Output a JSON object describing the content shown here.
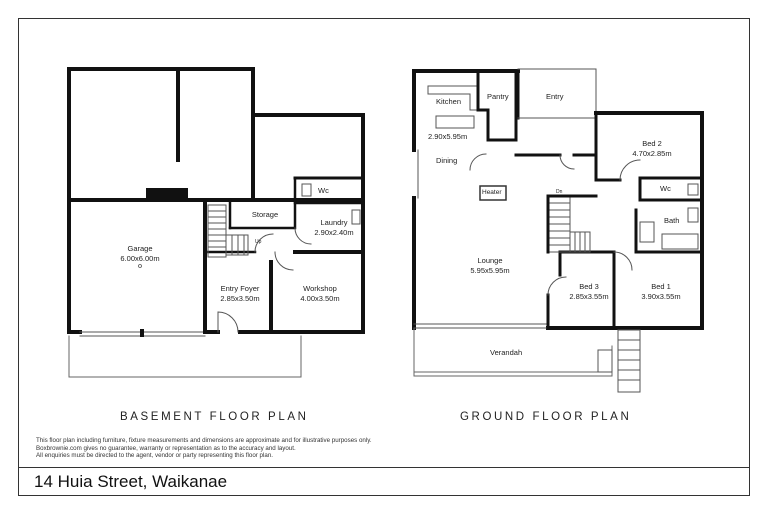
{
  "plans": {
    "basement": {
      "title": "BASEMENT FLOOR PLAN",
      "rooms": [
        {
          "name": "Garage",
          "dims": "6.00x6.00m"
        },
        {
          "name": "Storage",
          "dims": ""
        },
        {
          "name": "Wc",
          "dims": ""
        },
        {
          "name": "Laundry",
          "dims": "2.90x2.40m"
        },
        {
          "name": "Entry Foyer",
          "dims": "2.85x3.50m"
        },
        {
          "name": "Workshop",
          "dims": "4.00x3.50m"
        }
      ],
      "stair_label": "Up"
    },
    "ground": {
      "title": "GROUND FLOOR PLAN",
      "rooms": [
        {
          "name": "Kitchen",
          "dims": "2.90x5.95m"
        },
        {
          "name": "Pantry",
          "dims": ""
        },
        {
          "name": "Entry",
          "dims": ""
        },
        {
          "name": "Bed 2",
          "dims": "4.70x2.85m"
        },
        {
          "name": "Dining",
          "dims": ""
        },
        {
          "name": "Heater",
          "dims": ""
        },
        {
          "name": "Wc",
          "dims": ""
        },
        {
          "name": "Bath",
          "dims": ""
        },
        {
          "name": "Lounge",
          "dims": "5.95x5.95m"
        },
        {
          "name": "Bed 3",
          "dims": "2.85x3.55m"
        },
        {
          "name": "Bed 1",
          "dims": "3.90x3.55m"
        },
        {
          "name": "Verandah",
          "dims": ""
        }
      ],
      "stair_label": "Dn"
    }
  },
  "disclaimer": [
    "This floor plan including furniture, fixture measurements and dimensions are approximate and for illustrative purposes only.",
    "Boxbrownie.com gives no guarantee, warranty or representation as to the accuracy and layout.",
    "All enquiries must be directed to the agent, vendor or party representing this floor plan."
  ],
  "address": "14 Huia Street, Waikanae",
  "colors": {
    "wall": "#111111",
    "thin_line": "#555555",
    "text": "#222222"
  }
}
